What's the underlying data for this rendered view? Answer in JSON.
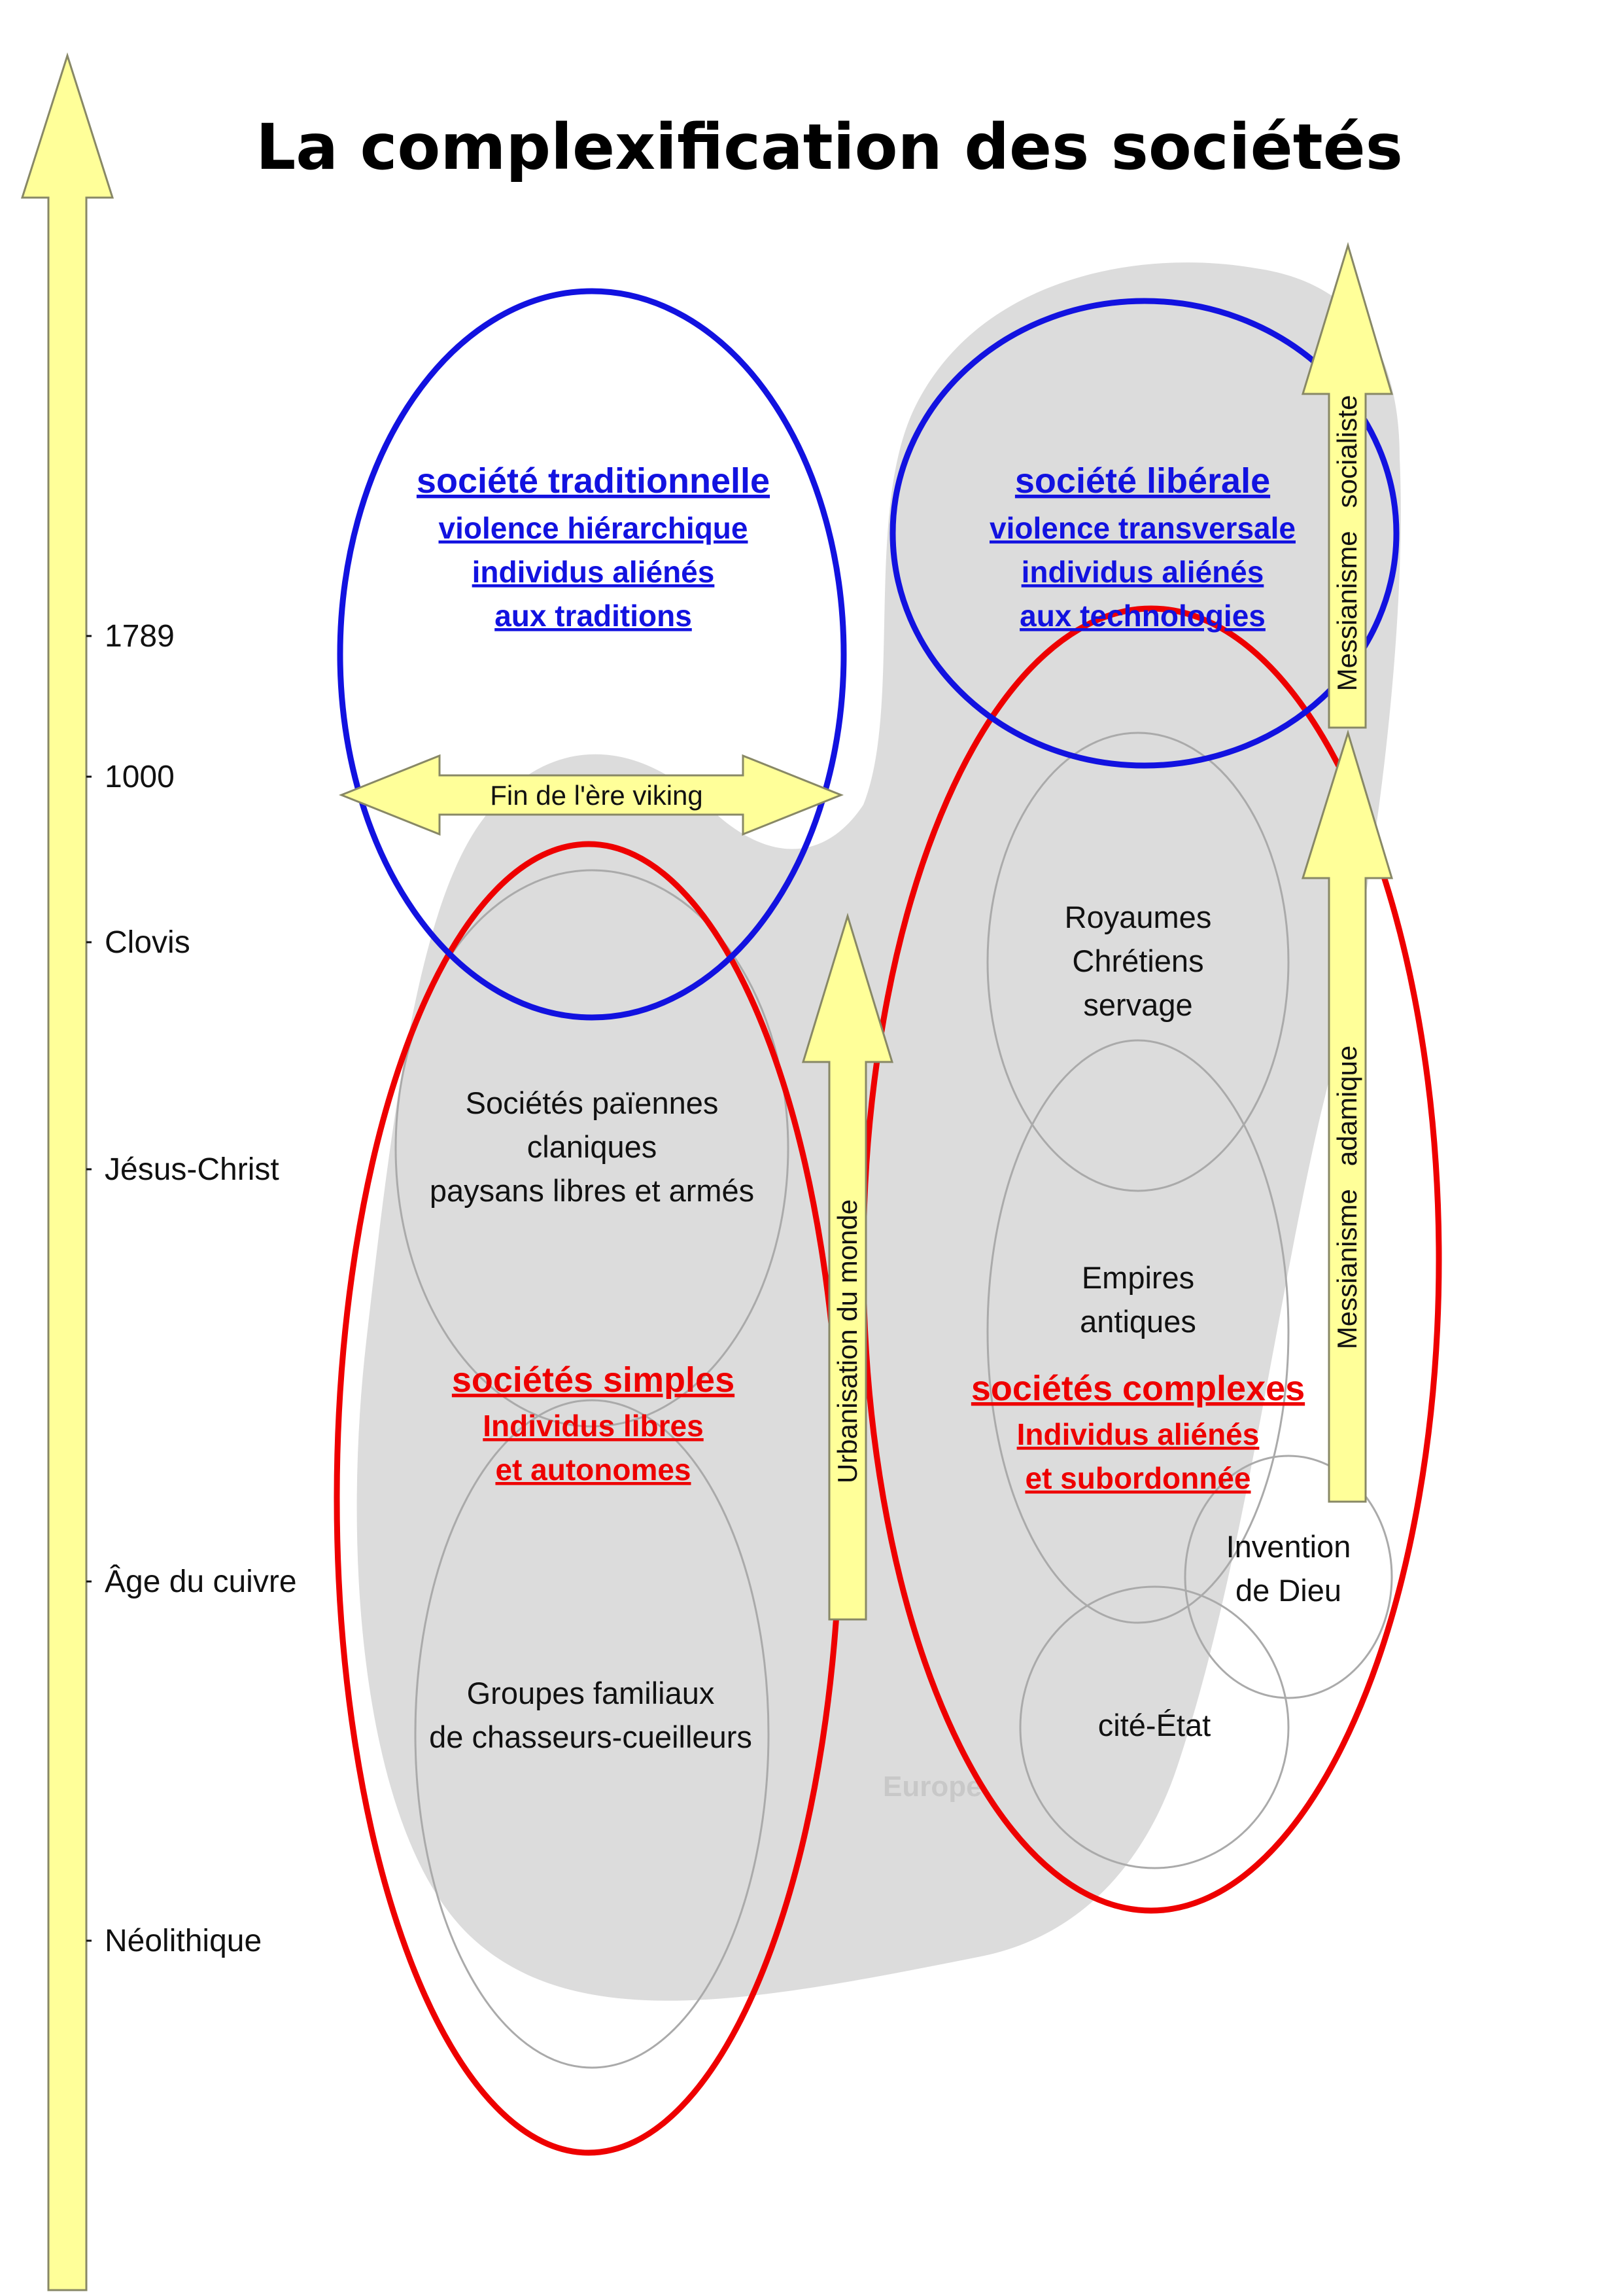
{
  "title": "La complexification des sociétés",
  "timeline": {
    "ticks": [
      "1789",
      "1000",
      "Clovis",
      "Jésus-Christ",
      "Âge du cuivre",
      "Néolithique"
    ]
  },
  "traditional": {
    "heading": "société traditionnelle",
    "lines": [
      "violence hiérarchique",
      "individus aliénés",
      "aux traditions"
    ]
  },
  "liberal": {
    "heading": "société libérale",
    "lines": [
      "violence transversale",
      "individus aliénés",
      "aux technologies"
    ]
  },
  "simple": {
    "heading": "sociétés simples",
    "lines": [
      "Individus libres",
      "et autonomes"
    ]
  },
  "complex": {
    "heading": "sociétés complexes",
    "lines": [
      "Individus aliénés",
      "et subordonnée"
    ]
  },
  "boxes": {
    "pagan": [
      "Sociétés païennes",
      "claniques",
      "paysans libres et armés"
    ],
    "hunters": [
      "Groupes familiaux",
      "de chasseurs-cueilleurs"
    ],
    "kingdoms": [
      "Royaumes",
      "Chrétiens",
      "servage"
    ],
    "empires": [
      "Empires",
      "antiques"
    ],
    "god": [
      "Invention",
      "de Dieu"
    ],
    "city": [
      "cité-État"
    ]
  },
  "arrows": {
    "viking": "Fin de l'ère viking",
    "urbanisation": "Urbanisation du monde",
    "adamic": "Messianisme   adamique",
    "socialist": "Messianisme   socialiste"
  },
  "region_label": "Europe",
  "colors": {
    "arrow_fill": "#ffff99",
    "arrow_stroke": "#888866",
    "blue": "#1212e0",
    "red": "#ee0000",
    "region_gray": "#dcdcdc",
    "thin_circle": "#aaaaaa"
  }
}
